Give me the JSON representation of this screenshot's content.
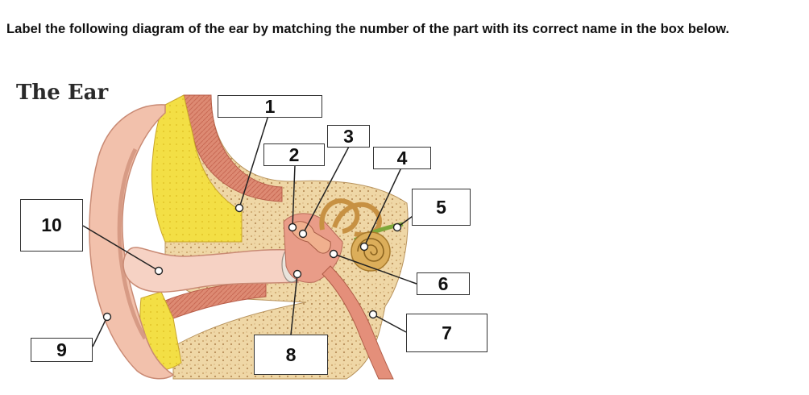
{
  "instructions": "Label the following diagram of the ear by matching the number of the part with its correct name in the box below.",
  "diagram": {
    "title": "The Ear",
    "labels": [
      "1",
      "2",
      "3",
      "4",
      "5",
      "6",
      "7",
      "8",
      "9",
      "10"
    ]
  },
  "colors": {
    "skin": "#f2c1ac",
    "skin_dark": "#e6a48e",
    "bone": "#efd7a6",
    "bone_speckle": "#c9a26a",
    "cartilage": "#f1dd3c",
    "muscle": "#d9806b",
    "canal": "#f6d2c4",
    "cochlea": "#dcae5a",
    "nerve": "#7ea83a"
  }
}
